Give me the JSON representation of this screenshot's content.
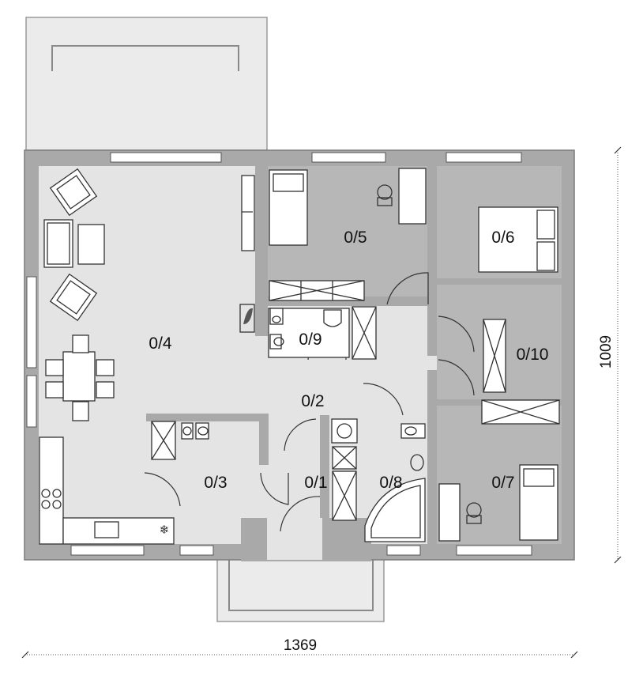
{
  "rooms": [
    {
      "id": "0/1",
      "label": "0/1"
    },
    {
      "id": "0/2",
      "label": "0/2"
    },
    {
      "id": "0/3",
      "label": "0/3"
    },
    {
      "id": "0/4",
      "label": "0/4"
    },
    {
      "id": "0/5",
      "label": "0/5"
    },
    {
      "id": "0/6",
      "label": "0/6"
    },
    {
      "id": "0/7",
      "label": "0/7"
    },
    {
      "id": "0/8",
      "label": "0/8"
    },
    {
      "id": "0/9",
      "label": "0/9"
    },
    {
      "id": "0/10",
      "label": "0/10"
    }
  ],
  "dimensions": {
    "width": "1369",
    "depth": "1009"
  },
  "colors": {
    "wall": "#a9a9a9",
    "wall_edge": "#7a7a7a",
    "floor_light": "#e4e4e4",
    "floor_dark": "#b7b7b7",
    "terrace": "#ebebeb"
  }
}
